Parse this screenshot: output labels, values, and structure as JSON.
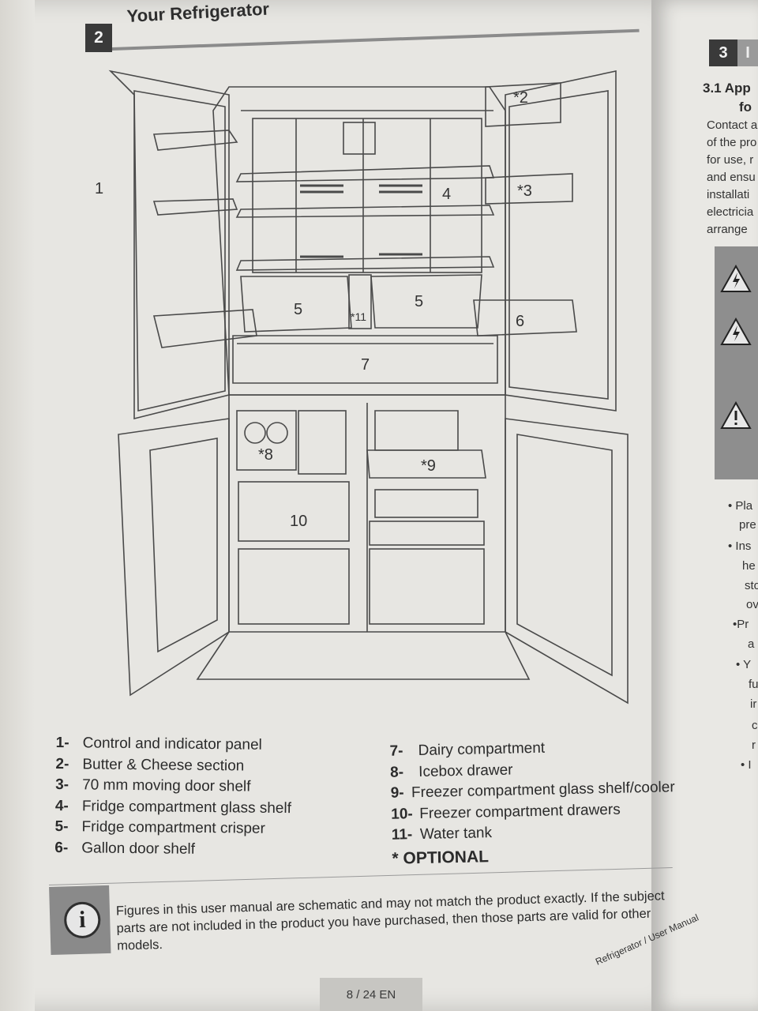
{
  "chapter": {
    "number": "2",
    "title": "Your Refrigerator"
  },
  "diagram_labels": {
    "l1": "1",
    "l2": "*2",
    "l3": "*3",
    "l4": "4",
    "l5a": "5",
    "l5b": "5",
    "l6": "6",
    "l7": "7",
    "l8": "*8",
    "l9": "*9",
    "l10": "10",
    "l11": "*11"
  },
  "legend_left": [
    {
      "num": "1-",
      "text": "Control and indicator panel"
    },
    {
      "num": "2-",
      "text": "Butter & Cheese section"
    },
    {
      "num": "3-",
      "text": "70 mm moving door shelf"
    },
    {
      "num": "4-",
      "text": "Fridge compartment glass shelf"
    },
    {
      "num": "5-",
      "text": "Fridge compartment crisper"
    },
    {
      "num": "6-",
      "text": "Gallon door shelf"
    }
  ],
  "legend_right": [
    {
      "num": "7-",
      "text": "Dairy compartment"
    },
    {
      "num": "8-",
      "text": "Icebox drawer"
    },
    {
      "num": "9-",
      "text": "Freezer compartment glass shelf/cooler"
    },
    {
      "num": "10-",
      "text": "Freezer compartment drawers"
    },
    {
      "num": "11-",
      "text": "Water tank"
    }
  ],
  "optional_note": "* OPTIONAL",
  "info": {
    "icon": "i",
    "text": "Figures in this user manual are schematic and may not match the product exactly. If the subject parts are not included in the product you have purchased, then those parts are valid for other models."
  },
  "footer": {
    "page": "8 / 24 EN",
    "brand": "Refrigerator / User Manual"
  },
  "right_page": {
    "chapter_number": "3",
    "chapter_letter": "I",
    "heading_line1": "3.1 App",
    "heading_line2": "fo",
    "lines": [
      "Contact a",
      "of the pro",
      "for use, r",
      "and ensu",
      "installati",
      "electricia",
      "arrange"
    ],
    "bullets": [
      "• Pla",
      "pre",
      "• Ins",
      "he",
      "sto",
      "ov",
      "•Pr",
      "a",
      "• Y",
      "fu",
      "ir",
      "c",
      "r",
      "• I"
    ]
  },
  "colors": {
    "page": "#e7e6e2",
    "badge": "#3a3a3a",
    "info_bar": "#8a8a8a",
    "line": "#4a4a4a"
  }
}
